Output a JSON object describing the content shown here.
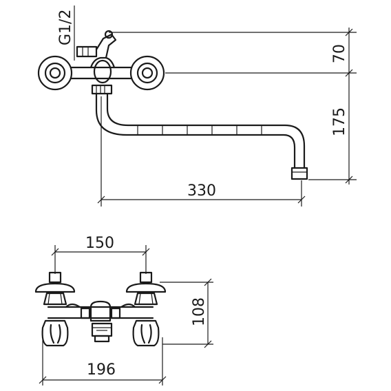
{
  "side_view": {
    "thread_label": "G1/2",
    "height_above_label": "70",
    "drop_label": "175",
    "reach_label": "330"
  },
  "front_view": {
    "centers_label": "150",
    "height_label": "108",
    "overall_width_label": "196"
  }
}
